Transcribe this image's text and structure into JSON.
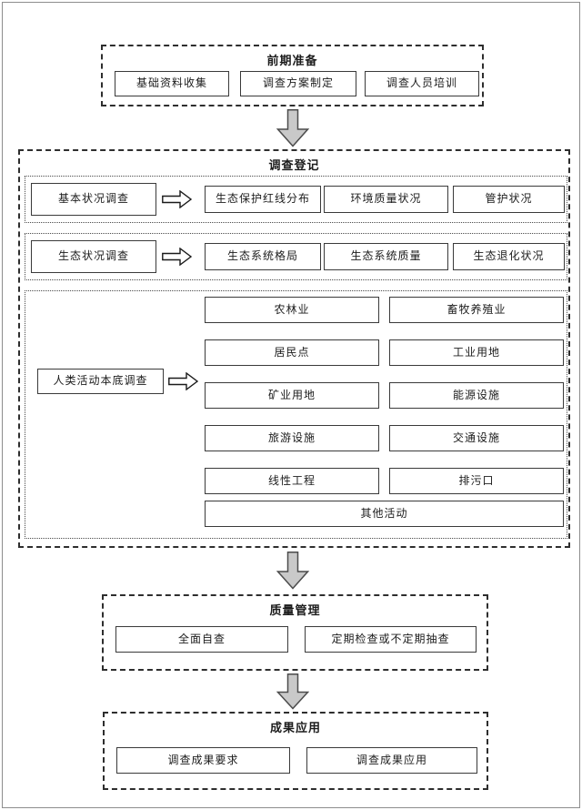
{
  "colors": {
    "page_border": "#8d8d8d",
    "box_border": "#3a3a3a",
    "dashed_border": "#2e2e2e",
    "down_arrow_fill": "#c9c9c9",
    "down_arrow_stroke": "#4c4c4c",
    "right_arrow_fill": "#ffffff",
    "right_arrow_stroke": "#1a1a1a"
  },
  "sections": {
    "preparation": {
      "title": "前期准备",
      "items": [
        "基础资料收集",
        "调查方案制定",
        "调查人员培训"
      ]
    },
    "registration": {
      "title": "调查登记",
      "rows": [
        {
          "source": "基本状况调查",
          "targets": [
            "生态保护红线分布",
            "环境质量状况",
            "管护状况"
          ]
        },
        {
          "source": "生态状况调查",
          "targets": [
            "生态系统格局",
            "生态系统质量",
            "生态退化状况"
          ]
        },
        {
          "source": "人类活动本底调查",
          "targets": [
            "农林业",
            "畜牧养殖业",
            "居民点",
            "工业用地",
            "矿业用地",
            "能源设施",
            "旅游设施",
            "交通设施",
            "线性工程",
            "排污口",
            "其他活动"
          ]
        }
      ]
    },
    "quality": {
      "title": "质量管理",
      "items": [
        "全面自查",
        "定期检查或不定期抽查"
      ]
    },
    "application": {
      "title": "成果应用",
      "items": [
        "调查成果要求",
        "调查成果应用"
      ]
    }
  }
}
